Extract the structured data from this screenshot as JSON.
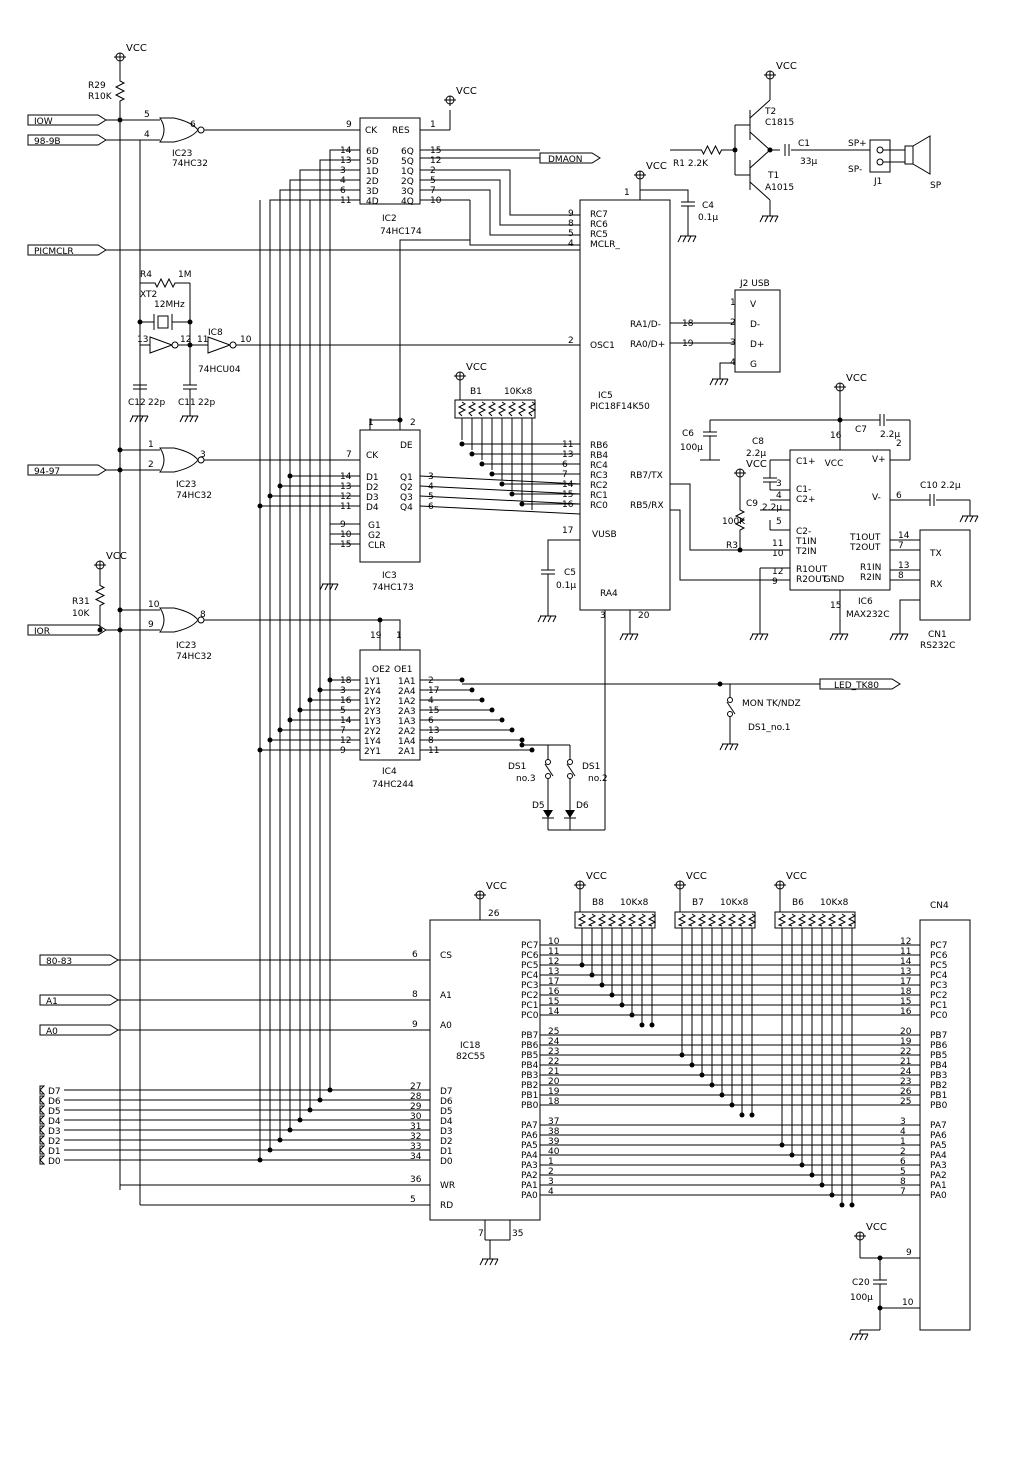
{
  "supply": {
    "vcc": "VCC"
  },
  "signals": {
    "iow": "IOW",
    "p989b": "98-9B",
    "picmclr": "PICMCLR",
    "p9497": "94-97",
    "ior": "IOR",
    "p8083": "80-83",
    "a1": "A1",
    "a0": "A0",
    "dmaon": "DMAON",
    "ledtk80": "LED_TK80",
    "d": [
      "D7",
      "D6",
      "D5",
      "D4",
      "D3",
      "D2",
      "D1",
      "D0"
    ]
  },
  "ic23": {
    "ref": "IC23",
    "part": "74HC32"
  },
  "ic8": {
    "ref": "IC8",
    "part": "74HCU04"
  },
  "ic2": {
    "ref": "IC2",
    "part": "74HC174",
    "ck": "CK",
    "res": "RES",
    "d": [
      "6D",
      "5D",
      "1D",
      "2D",
      "3D",
      "4D"
    ],
    "q": [
      "6Q",
      "5Q",
      "1Q",
      "2Q",
      "3Q",
      "4Q"
    ],
    "dpins": [
      "14",
      "13",
      "3",
      "4",
      "6",
      "11"
    ],
    "qpins": [
      "15",
      "12",
      "2",
      "5",
      "7",
      "10"
    ]
  },
  "ic3": {
    "ref": "IC3",
    "part": "74HC173",
    "ck": "CK",
    "de": "DE",
    "d": [
      "D1",
      "D2",
      "D3",
      "D4"
    ],
    "q": [
      "Q1",
      "Q2",
      "Q3",
      "Q4"
    ],
    "dpins": [
      "14",
      "13",
      "12",
      "11"
    ],
    "qpins": [
      "3",
      "4",
      "5",
      "6"
    ],
    "ctrl": [
      "G1",
      "G2",
      "CLR"
    ],
    "ctrlpins": [
      "9",
      "10",
      "15"
    ]
  },
  "ic4": {
    "ref": "IC4",
    "part": "74HC244",
    "oe": [
      "OE2",
      "OE1"
    ],
    "y": [
      "1Y1",
      "2Y4",
      "1Y2",
      "2Y3",
      "1Y3",
      "2Y2",
      "1Y4",
      "2Y1"
    ],
    "a": [
      "1A1",
      "2A4",
      "1A2",
      "2A3",
      "1A3",
      "2A2",
      "1A4",
      "2A1"
    ],
    "ypins": [
      "18",
      "3",
      "16",
      "5",
      "14",
      "7",
      "12",
      "9"
    ],
    "apins": [
      "2",
      "17",
      "4",
      "15",
      "6",
      "13",
      "8",
      "11"
    ]
  },
  "ic5": {
    "ref": "IC5",
    "part": "PIC18F14K50",
    "left": [
      "RC7",
      "RC6",
      "RC5",
      "MCLR_"
    ],
    "leftpins": [
      "9",
      "8",
      "5",
      "4"
    ],
    "osc": "OSC1",
    "rb": [
      "RB6",
      "RB4",
      "RC4",
      "RC3",
      "RC2",
      "RC1",
      "RC0"
    ],
    "rbpins": [
      "11",
      "13",
      "6",
      "7",
      "14",
      "15",
      "16"
    ],
    "vusb": "VUSB",
    "ra4": "RA4",
    "ra1": "RA1/D-",
    "ra0": "RA0/D+",
    "rb7": "RB7/TX",
    "rb5": "RB5/RX"
  },
  "ic6": {
    "ref": "IC6",
    "part": "MAX232C",
    "left": [
      "C1+",
      "C1-",
      "C2+",
      "C2-",
      "T1IN",
      "T2IN",
      "R1OUT",
      "R2OUT"
    ],
    "right": [
      "VCC",
      "V+",
      "V-",
      "T1OUT",
      "T2OUT",
      "R1IN",
      "R2IN",
      "GND"
    ]
  },
  "ic18": {
    "ref": "IC18",
    "part": "82C55",
    "cs": "CS",
    "a1": "A1",
    "a0": "A0",
    "d": [
      "D7",
      "D6",
      "D5",
      "D4",
      "D3",
      "D2",
      "D1",
      "D0"
    ],
    "dpins": [
      "27",
      "28",
      "29",
      "30",
      "31",
      "32",
      "33",
      "34"
    ],
    "wr": "WR",
    "rd": "RD",
    "pc": [
      "PC7",
      "PC6",
      "PC5",
      "PC4",
      "PC3",
      "PC2",
      "PC1",
      "PC0"
    ],
    "pcpins": [
      "10",
      "11",
      "12",
      "13",
      "17",
      "16",
      "15",
      "14"
    ],
    "pb": [
      "PB7",
      "PB6",
      "PB5",
      "PB4",
      "PB3",
      "PB2",
      "PB1",
      "PB0"
    ],
    "pbpins": [
      "25",
      "24",
      "23",
      "22",
      "21",
      "20",
      "19",
      "18"
    ],
    "pa": [
      "PA7",
      "PA6",
      "PA5",
      "PA4",
      "PA3",
      "PA2",
      "PA1",
      "PA0"
    ],
    "papins": [
      "37",
      "38",
      "39",
      "40",
      "1",
      "2",
      "3",
      "4"
    ]
  },
  "cn4": {
    "ref": "CN4",
    "pcpins": [
      "12",
      "11",
      "14",
      "13",
      "17",
      "18",
      "15",
      "16"
    ],
    "pbpins": [
      "20",
      "19",
      "22",
      "21",
      "24",
      "23",
      "26",
      "25"
    ],
    "papins": [
      "3",
      "4",
      "1",
      "2",
      "6",
      "5",
      "8",
      "7"
    ]
  },
  "usb": {
    "ref": "J2 USB",
    "pins": [
      "V",
      "D-",
      "D+",
      "G"
    ]
  },
  "rs232": {
    "ref": "CN1",
    "name": "RS232C",
    "tx": "TX",
    "rx": "RX"
  },
  "speaker": {
    "j1": "J1",
    "sp": "SP",
    "spp": "SP+",
    "spm": "SP-"
  },
  "parts": {
    "r29": "R29",
    "r10k": "R10K",
    "r31": "R31",
    "r31v": "10K",
    "r4": "R4",
    "r4v": "1M",
    "xt2": "XT2",
    "xt2v": "12MHz",
    "c12": "C12",
    "c11": "C11",
    "c22p": "22p",
    "r1": "R1 2.2K",
    "t2": "T2",
    "t2v": "C1815",
    "t1": "T1",
    "t1v": "A1015",
    "c1": "C1",
    "c1v": "33μ",
    "c4": "C4",
    "c4v": "0.1μ",
    "c5": "C5",
    "c5v": "0.1μ",
    "c6": "C6",
    "c6v": "100μ",
    "c7": "C7",
    "c7v": "2.2μ",
    "c8": "C8",
    "c8v": "2.2μ",
    "c9": "C9",
    "c9v": "2.2μ",
    "c10": "C10 2.2μ",
    "r3": "R3",
    "r3v": "100K",
    "b1": "B1",
    "b1v": "10Kx8",
    "b8": "B8",
    "b7": "B7",
    "b6": "B6",
    "bv": "10Kx8",
    "ds1": "DS1",
    "no3": "no.3",
    "no2": "no.2",
    "d5": "D5",
    "d6": "D6",
    "mon": "MON TK/NDZ",
    "ds1no1": "DS1_no.1",
    "c20": "C20",
    "c20v": "100μ"
  }
}
